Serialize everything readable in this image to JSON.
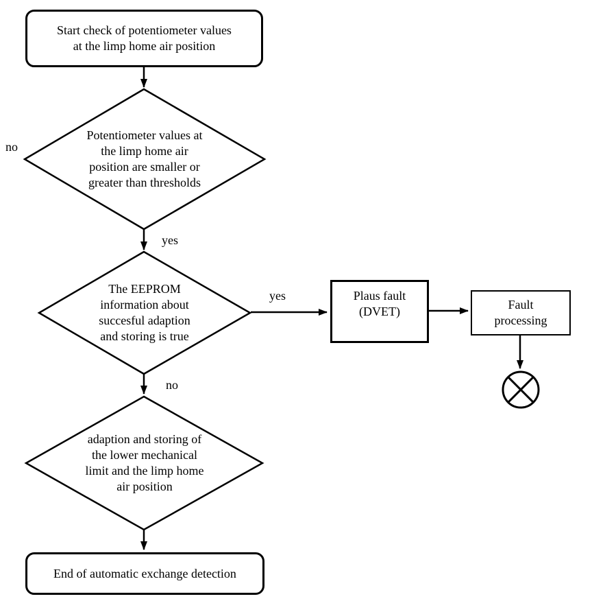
{
  "diagram": {
    "type": "flowchart",
    "colors": {
      "ink": "#000000",
      "background": "#ffffff"
    },
    "icons": {
      "fault_terminator": "crossed-circle-icon"
    },
    "nodes": {
      "start": {
        "shape": "rounded-rectangle",
        "lines": [
          "Start check of potentiometer values",
          "at the limp home air position"
        ]
      },
      "decision1": {
        "shape": "diamond",
        "lines": [
          "Potentiometer values at",
          "the limp home air",
          "position are smaller or",
          "greater than thresholds"
        ]
      },
      "decision2": {
        "shape": "diamond",
        "lines": [
          "The EEPROM",
          "information about",
          "succesful adaption",
          "and storing is true"
        ]
      },
      "plaus_fault": {
        "shape": "rectangle",
        "lines": [
          "Plaus fault",
          "(DVET)"
        ]
      },
      "fault_processing": {
        "shape": "rectangle",
        "lines": [
          "Fault",
          "processing"
        ]
      },
      "decision3": {
        "shape": "diamond",
        "lines": [
          "adaption and storing of",
          "the lower mechanical",
          "limit and the limp home",
          "air position"
        ]
      },
      "end": {
        "shape": "rounded-rectangle",
        "lines": [
          "End of automatic exchange detection"
        ]
      }
    },
    "edge_labels": {
      "decision1_no": "no",
      "decision1_yes": "yes",
      "decision2_yes": "yes",
      "decision2_no": "no"
    }
  }
}
